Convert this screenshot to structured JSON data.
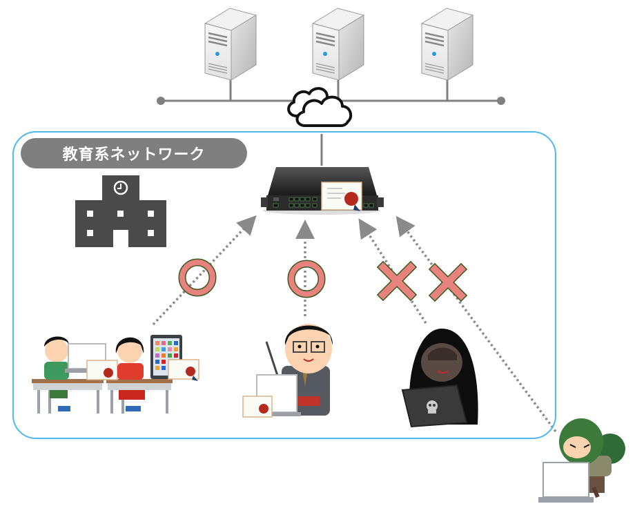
{
  "diagram": {
    "title_label": "教育系ネットワーク",
    "colors": {
      "network_border": "#4fb7ee",
      "label_bg": "#7f7f7f",
      "label_text": "#ffffff",
      "backbone": "#808080",
      "school_icon": "#4a4a4a",
      "allow_mark": "#e8827e",
      "deny_mark": "#e8827e",
      "mark_outline": "#3a5a1e",
      "arrow": "#8a8a8a"
    },
    "nodes": {
      "servers": [
        {
          "name": "server-1",
          "icon": "server-tower-icon"
        },
        {
          "name": "server-2",
          "icon": "server-tower-icon"
        },
        {
          "name": "server-3",
          "icon": "server-tower-icon"
        }
      ],
      "cloud": {
        "icon": "cloud-icon"
      },
      "gateway": {
        "icon": "network-appliance-with-certificate-icon"
      },
      "school": {
        "icon": "school-building-icon"
      },
      "clients": [
        {
          "name": "students",
          "icon": "students-with-devices-and-certificate",
          "access": "allowed",
          "mark": "○"
        },
        {
          "name": "teacher",
          "icon": "teacher-with-laptop-and-certificate",
          "access": "allowed",
          "mark": "○"
        },
        {
          "name": "hacker",
          "icon": "hooded-hacker-with-laptop",
          "access": "denied",
          "mark": "×"
        },
        {
          "name": "thief",
          "icon": "thief-with-laptop-outside",
          "access": "denied",
          "mark": "×"
        }
      ]
    }
  }
}
